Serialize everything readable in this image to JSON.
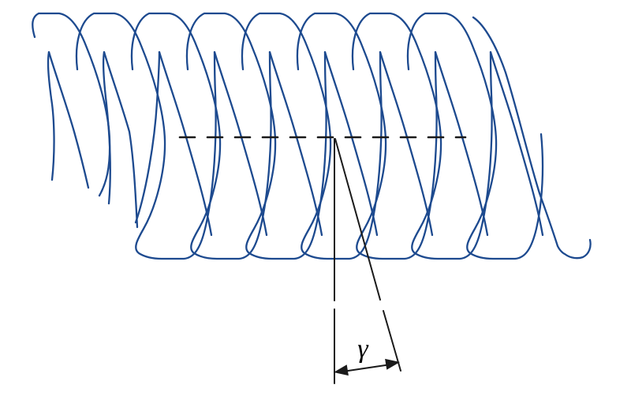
{
  "figure": {
    "kind": "helix-coil-angle-diagram",
    "angle_label": "γ",
    "turns_visible": 8,
    "colors": {
      "coil": "#1d4a8f",
      "annotation": "#1a1a1a",
      "background": "#ffffff"
    }
  }
}
